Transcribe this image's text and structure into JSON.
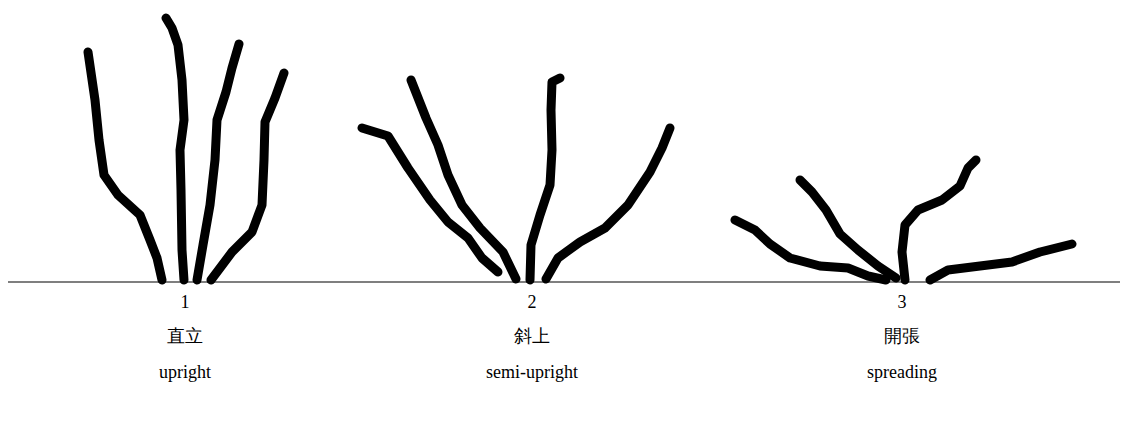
{
  "diagram": {
    "labels": [
      "1",
      "直立",
      "upright",
      "2",
      "斜上",
      "semi-upright",
      "3",
      "開張",
      "spreading"
    ]
  }
}
